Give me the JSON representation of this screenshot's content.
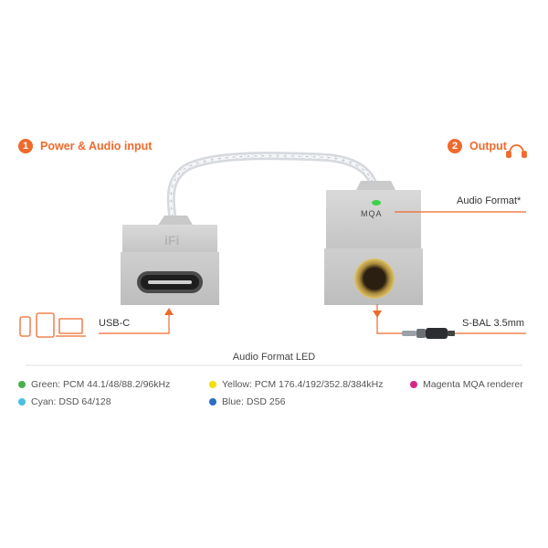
{
  "steps": [
    {
      "num": "1",
      "label": "Power & Audio input"
    },
    {
      "num": "2",
      "label": "Output"
    }
  ],
  "callouts": {
    "audio_format": "Audio Format*",
    "mqa": "MQA",
    "usb_c": "USB-C",
    "sbal": "S-BAL 3.5mm",
    "yi_logo": "iFi"
  },
  "legend": {
    "title": "Audio Format  LED",
    "items": [
      {
        "label": "Green: PCM 44.1/48/88.2/96kHz",
        "color": "#4caf50"
      },
      {
        "label": "Yellow: PCM 176.4/192/352.8/384kHz",
        "color": "#f2e000"
      },
      {
        "label": "Magenta MQA renderer",
        "color": "#d6278b"
      },
      {
        "label": "Cyan: DSD 64/128",
        "color": "#47bfe0"
      },
      {
        "label": "Blue: DSD 256",
        "color": "#2a6fc8"
      }
    ]
  },
  "colors": {
    "accent": "#ee6a2c",
    "led": "#3bd14a"
  }
}
